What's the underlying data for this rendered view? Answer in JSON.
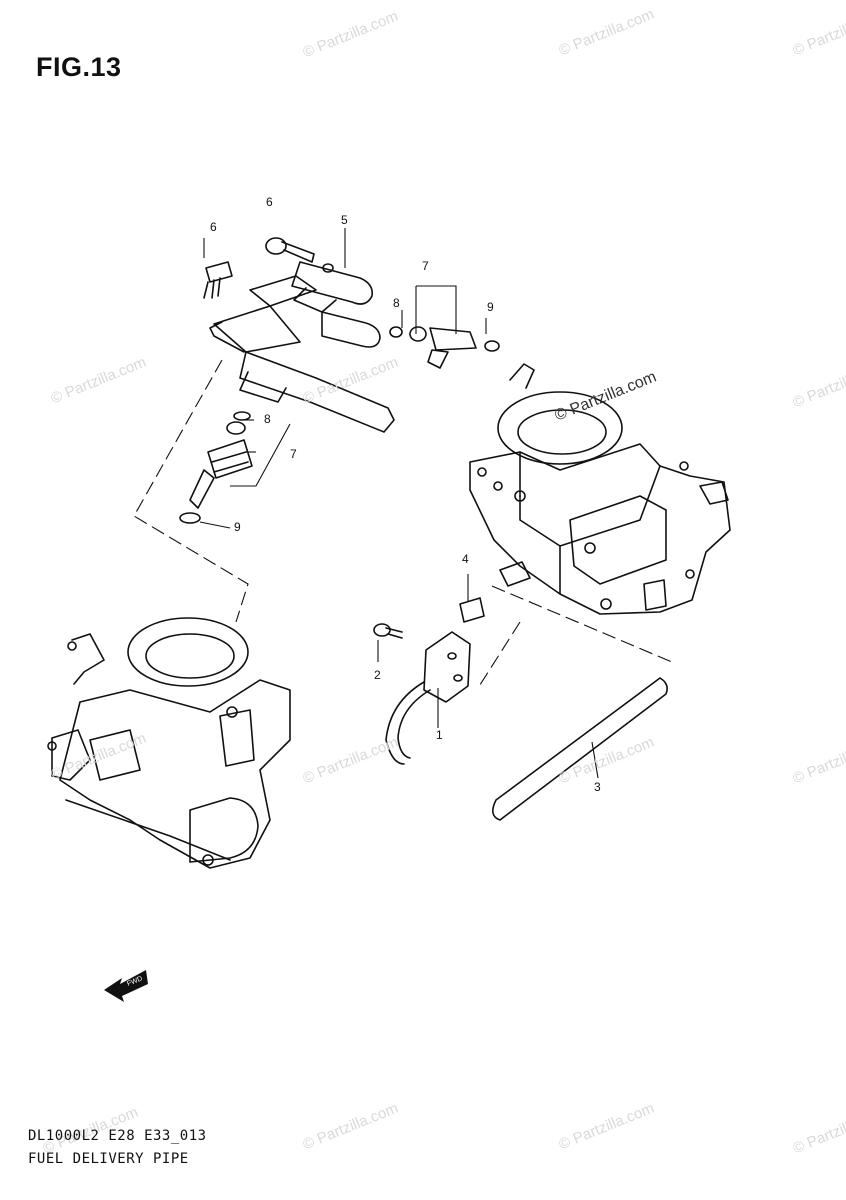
{
  "figure": {
    "title": "FIG.13"
  },
  "callouts": [
    "6",
    "6",
    "5",
    "7",
    "8",
    "9",
    "8",
    "7",
    "9",
    "4",
    "2",
    "1",
    "3"
  ],
  "footer": {
    "code": "DL1000L2 E28 E33_013",
    "name": "FUEL DELIVERY PIPE"
  },
  "watermark": {
    "text": "© Partzilla.com"
  },
  "arrow_label": "FWD"
}
